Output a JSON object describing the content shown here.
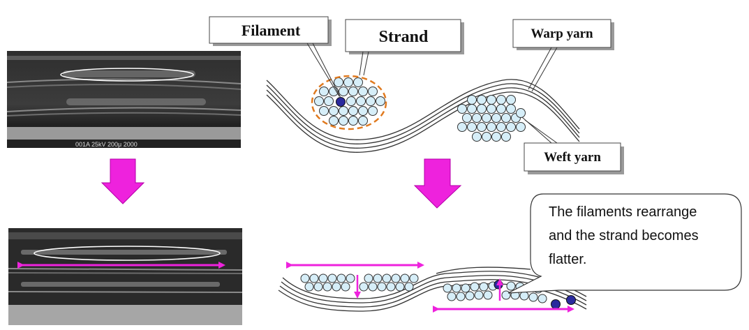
{
  "labels": {
    "filament": "Filament",
    "strand": "Strand",
    "warp_yarn": "Warp yarn",
    "weft_yarn": "Weft yarn"
  },
  "callout_lines": [
    "The filaments rearrange",
    "and the strand becomes",
    "flatter."
  ],
  "micrograph_scale_text": "001A  25kV  200μ  2000",
  "colors": {
    "arrow": "#ee22dd",
    "filament_fill": "#d6eef8",
    "filament_highlight": "#2a2a9e",
    "strand_outline": "#e07a1f",
    "yarn_stroke": "#333333"
  }
}
